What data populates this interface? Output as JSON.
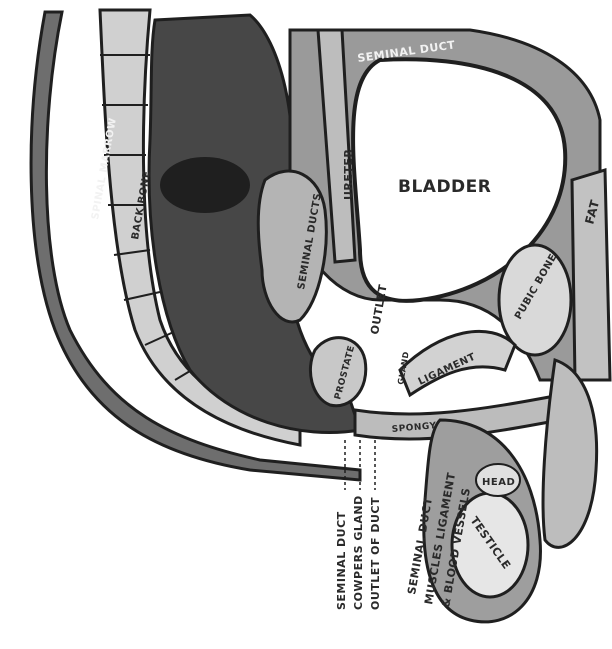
{
  "illustration": {
    "colors": {
      "paper": "#ffffff",
      "ink": "#1f1f1f",
      "dark_fill": "#3a3a3a",
      "mid_fill": "#8a8a8a",
      "light_fill": "#d6d6d6",
      "bladder_fill": "#ffffff"
    },
    "labels": {
      "seminal_duct_top": "SEMINAL DUCT",
      "bladder": "BLADDER",
      "ureter": "URETER",
      "seminal_ducts_area": "SEMINAL DUCTS",
      "outlet": "OUTLET",
      "spinal_marrow": "SPINAL MARROW",
      "back_bone": "BACK BONE",
      "fat": "FAT",
      "pubic_bone": "PUBIC BONE",
      "ligament": "LIGAMENT",
      "gland": "GLAND",
      "prostate": "PROSTATE",
      "sponge": "SPONGY",
      "head": "HEAD",
      "testicle": "TESTICLE",
      "seminal_duct_bottom": "SEMINAL DUCT",
      "cowpers_gland": "COWPERS GLAND",
      "outlet_of_duct": "OUTLET OF DUCT",
      "seminal_duct_right": "SEMINAL DUCT",
      "muscles_ligament": "MUSCLES LIGAMENT",
      "blood_vessels": "& BLOOD VESSELS"
    }
  }
}
